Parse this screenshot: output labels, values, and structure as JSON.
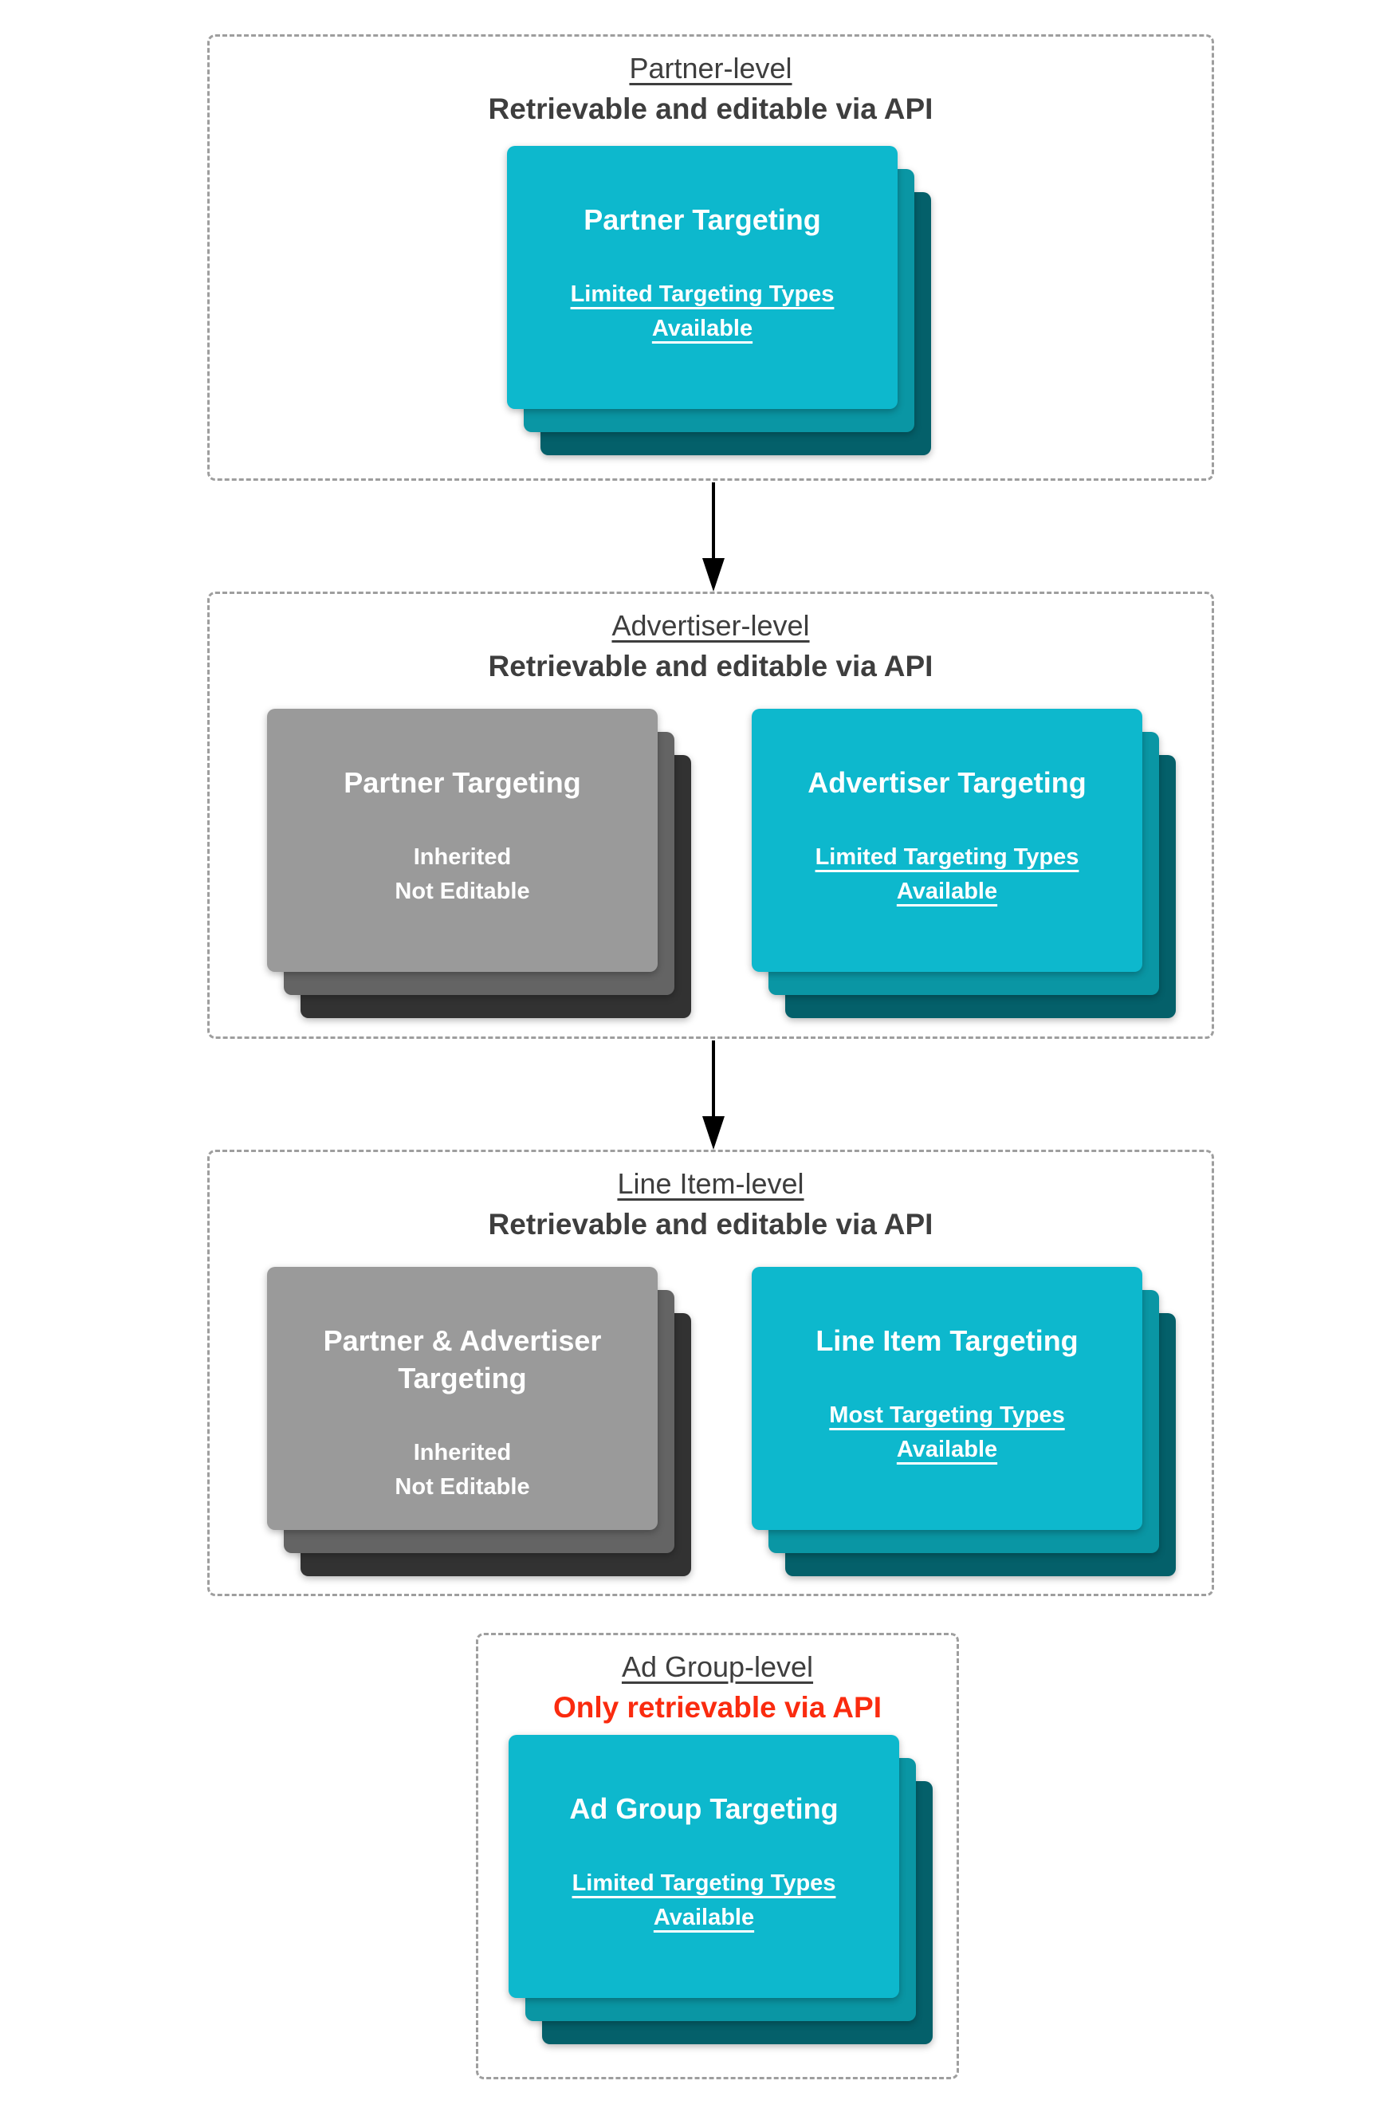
{
  "colors": {
    "teal_front": "#0DB8CD",
    "teal_mid": "#0A96A4",
    "teal_back": "#04606A",
    "gray_front": "#9A9A9A",
    "gray_mid": "#646464",
    "gray_back": "#323232",
    "heading_gray": "#3E3E3E",
    "alert_red": "#FA2B0F",
    "border_gray": "#9E9E9E",
    "arrow_black": "#000000"
  },
  "diagram": {
    "arrows": [
      "partner-level to advertiser-level",
      "advertiser-level to line-item-level"
    ]
  },
  "sections": [
    {
      "title": "Partner-level",
      "subtitle": "Retrievable and editable via API",
      "cards": [
        {
          "variant": "teal",
          "title": "Partner Targeting",
          "subtitle": "Limited Targeting Types\nAvailable"
        }
      ]
    },
    {
      "title": "Advertiser-level",
      "subtitle": "Retrievable and editable via API",
      "cards": [
        {
          "variant": "gray",
          "title": "Partner Targeting",
          "subtitle": "Inherited\nNot Editable"
        },
        {
          "variant": "teal",
          "title": "Advertiser Targeting",
          "subtitle": "Limited Targeting Types\nAvailable"
        }
      ]
    },
    {
      "title": "Line Item-level",
      "subtitle": "Retrievable and editable via API",
      "cards": [
        {
          "variant": "gray",
          "title": "Partner & Advertiser\nTargeting",
          "subtitle": "Inherited\nNot Editable"
        },
        {
          "variant": "teal",
          "title": "Line Item Targeting",
          "subtitle": "Most Targeting Types\nAvailable"
        }
      ]
    },
    {
      "title": "Ad Group-level",
      "subtitle": "Only retrievable via API",
      "cards": [
        {
          "variant": "teal",
          "title": "Ad Group Targeting",
          "subtitle": "Limited Targeting Types\nAvailable"
        }
      ]
    }
  ]
}
